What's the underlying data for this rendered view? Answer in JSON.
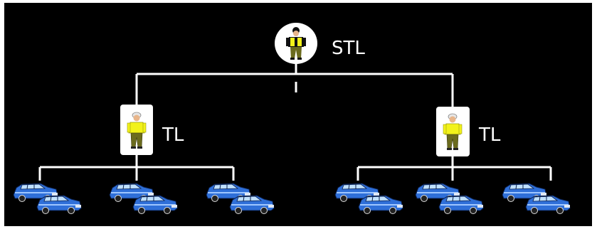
{
  "diagram": {
    "top": {
      "label": "STL",
      "icon": "worker-black-vest-icon"
    },
    "teams": [
      {
        "label": "TL",
        "icon": "worker-yellow-shirt-icon",
        "vehicles": 6,
        "vehicle_icon": "blue-suv-icon"
      },
      {
        "label": "TL",
        "icon": "worker-yellow-shirt-icon",
        "vehicles": 6,
        "vehicle_icon": "blue-suv-icon"
      }
    ],
    "colors": {
      "background": "#000000",
      "lines": "#ffffff",
      "vehicle": "#2f6fd8",
      "shirt": "#f2f21a",
      "pants": "#6b6b1e"
    }
  }
}
